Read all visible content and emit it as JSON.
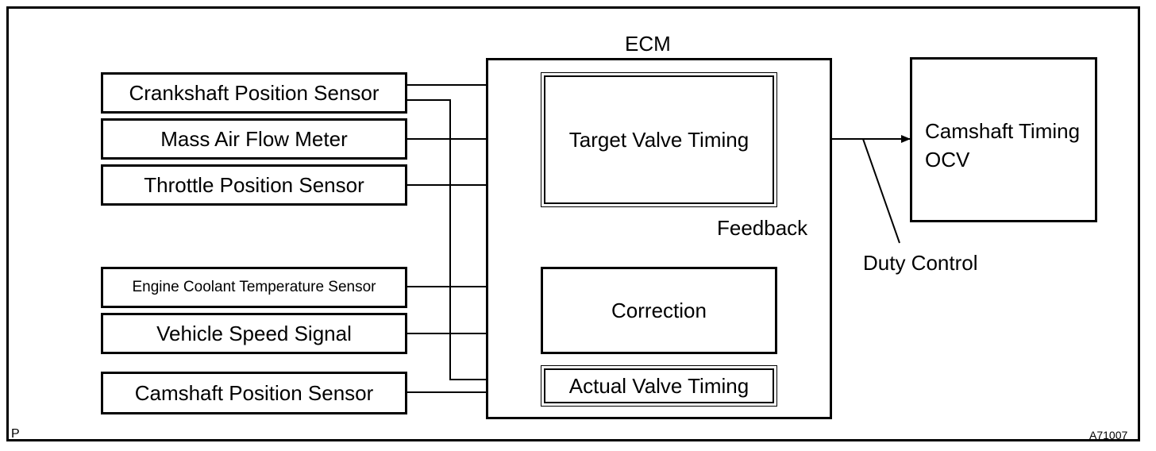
{
  "ecm_label": "ECM",
  "inputs": {
    "crankshaft": "Crankshaft Position Sensor",
    "maf": "Mass Air Flow Meter",
    "throttle": "Throttle Position Sensor",
    "coolant": "Engine Coolant Temperature Sensor",
    "speed": "Vehicle Speed Signal",
    "camshaft": "Camshaft Position Sensor"
  },
  "blocks": {
    "target": "Target Valve Timing",
    "correction": "Correction",
    "actual": "Actual Valve Timing"
  },
  "output": {
    "line1": "Camshaft Timing",
    "line2": "OCV"
  },
  "labels": {
    "feedback": "Feedback",
    "duty": "Duty Control"
  },
  "corner": {
    "left": "P",
    "right": "A71007"
  }
}
